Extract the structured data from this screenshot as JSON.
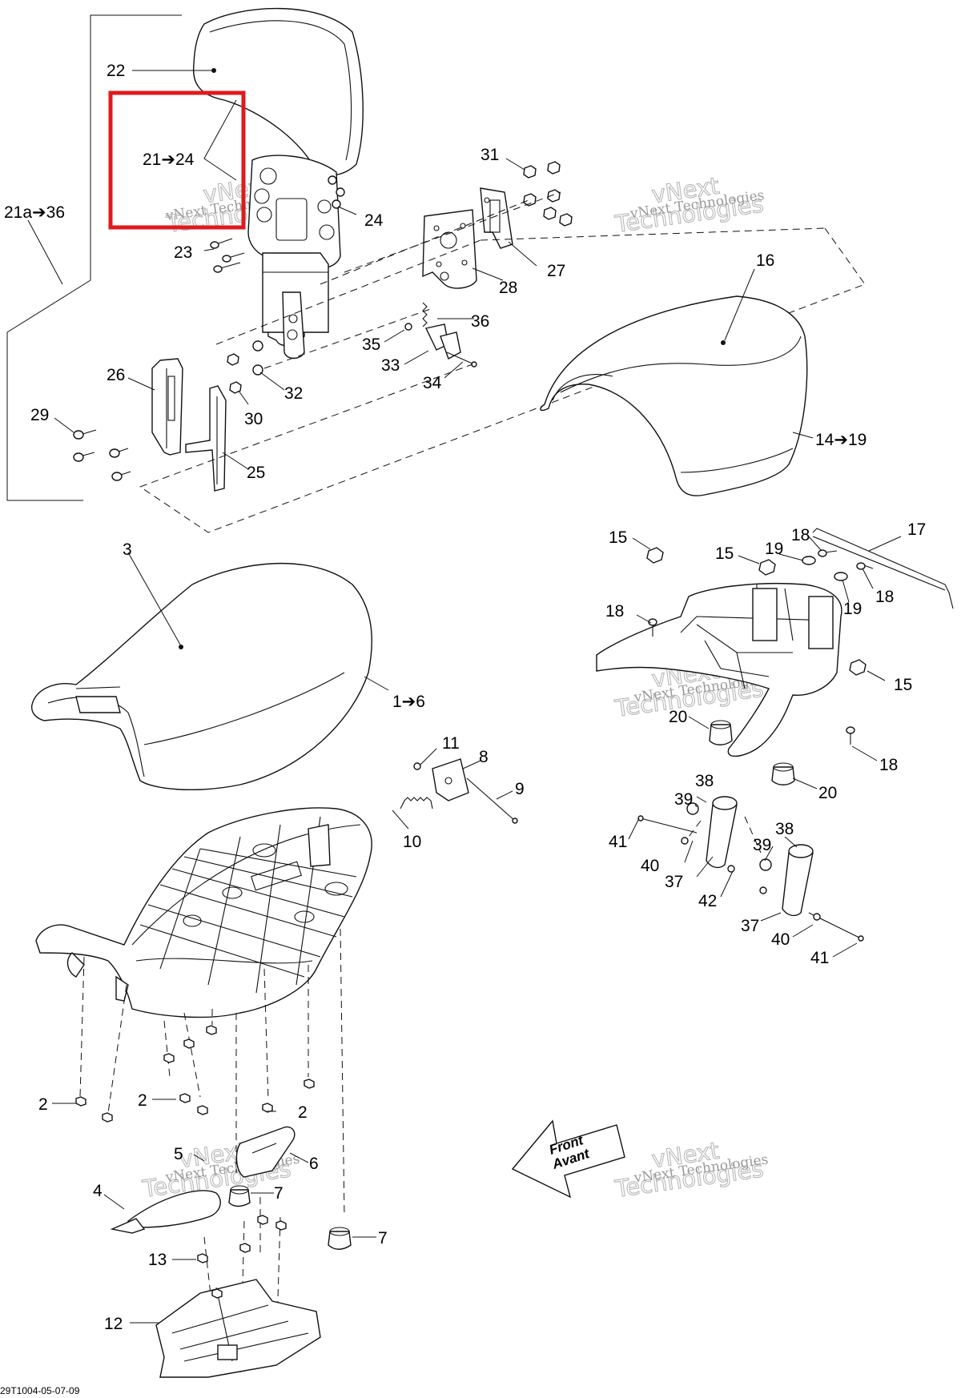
{
  "diagram": {
    "labels": {
      "l22": "22",
      "l21_24": "21➔24",
      "l21a_36": "21a➔36",
      "l23": "23",
      "l24": "24",
      "l31": "31",
      "l27": "27",
      "l28": "28",
      "l36": "36",
      "l35": "35",
      "l33": "33",
      "l34": "34",
      "l26": "26",
      "l32": "32",
      "l30": "30",
      "l29": "29",
      "l25": "25",
      "l16": "16",
      "l14_19": "14➔19",
      "l17": "17",
      "l15a": "15",
      "l15b": "15",
      "l15c": "15",
      "l18a": "18",
      "l18b": "18",
      "l18c": "18",
      "l18d": "18",
      "l19a": "19",
      "l19b": "19",
      "l20a": "20",
      "l20b": "20",
      "l3": "3",
      "l1_6": "1➔6",
      "l11": "11",
      "l8": "8",
      "l9": "9",
      "l10": "10",
      "l38a": "38",
      "l39a": "39",
      "l41a": "41",
      "l40a": "40",
      "l37a": "37",
      "l38b": "38",
      "l39b": "39",
      "l42": "42",
      "l37b": "37",
      "l40b": "40",
      "l41b": "41",
      "l2a": "2",
      "l2b": "2",
      "l2c": "2",
      "l5": "5",
      "l6": "6",
      "l7a": "7",
      "l7b": "7",
      "l4": "4",
      "l13": "13",
      "l12": "12",
      "front": "Front",
      "avant": "Avant",
      "code": "29T1004-05-07-09"
    },
    "watermark": {
      "line1": "vNext Technologies",
      "line2": "vNext",
      "line3": "Technologies"
    },
    "colors": {
      "highlight": "#e0191d",
      "ink": "#111111"
    }
  }
}
